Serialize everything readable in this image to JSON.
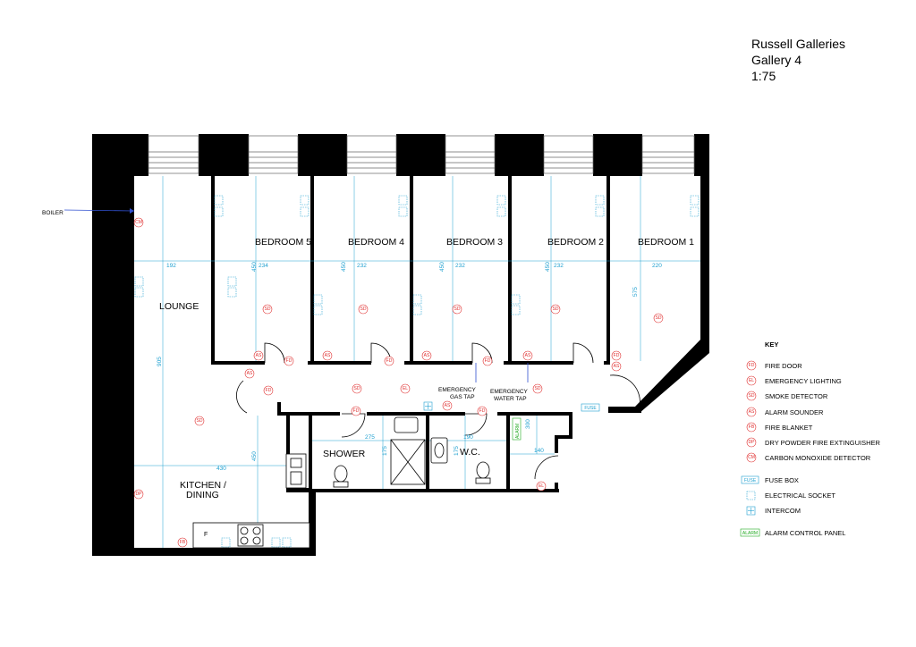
{
  "title": {
    "line1": "Russell Galleries",
    "line2": "Gallery 4",
    "line3": "1:75"
  },
  "rooms": {
    "bedroom5": "BEDROOM 5",
    "bedroom4": "BEDROOM 4",
    "bedroom3": "BEDROOM 3",
    "bedroom2": "BEDROOM 2",
    "bedroom1": "BEDROOM 1",
    "lounge": "LOUNGE",
    "kitchen_line1": "KITCHEN /",
    "kitchen_line2": "DINING",
    "shower": "SHOWER",
    "wc": "W.C."
  },
  "labels": {
    "boiler": "BOILER",
    "gas_tap_line1": "EMERGENCY",
    "gas_tap_line2": "GAS TAP",
    "water_tap_line1": "EMERGENCY",
    "water_tap_line2": "WATER TAP",
    "fuse": "FUSE",
    "alarm": "ALARM",
    "fridge": "F"
  },
  "dimensions": {
    "d192": "192",
    "d234": "234",
    "d450a": "450",
    "d450b": "450",
    "d232a": "232",
    "d450c": "450",
    "d232b": "232",
    "d450d": "450",
    "d232c": "232",
    "d220": "220",
    "d575": "575",
    "d905": "905",
    "d430": "430",
    "d450e": "450",
    "d275": "275",
    "d175a": "175",
    "d190": "190",
    "d175b": "175",
    "d300": "300",
    "d140": "140"
  },
  "symbols": {
    "fd": "FD",
    "el": "EL",
    "sd": "SD",
    "as": "AS",
    "fb": "FB",
    "dp": "DP",
    "cm": "CM",
    "fuse": "FUSE",
    "alarm": "ALARM"
  },
  "key": {
    "heading": "KEY",
    "items": [
      {
        "code": "FD",
        "label": "FIRE DOOR"
      },
      {
        "code": "EL",
        "label": "EMERGENCY LIGHTING"
      },
      {
        "code": "SD",
        "label": "SMOKE DETECTOR"
      },
      {
        "code": "AS",
        "label": "ALARM SOUNDER"
      },
      {
        "code": "FB",
        "label": "FIRE BLANKET"
      },
      {
        "code": "DP",
        "label": "DRY POWDER FIRE EXTINGUISHER"
      },
      {
        "code": "CM",
        "label": "CARBON MONOXIDE DETECTOR"
      }
    ],
    "fuse_box": "FUSE BOX",
    "electrical_socket": "ELECTRICAL SOCKET",
    "intercom": "INTERCOM",
    "alarm_panel": "ALARM CONTROL PANEL"
  },
  "colors": {
    "wall": "#000000",
    "dimension": "#1fa0d0",
    "symbol": "#e03030",
    "alarm": "#22aa22",
    "pointer": "#3050d0"
  }
}
